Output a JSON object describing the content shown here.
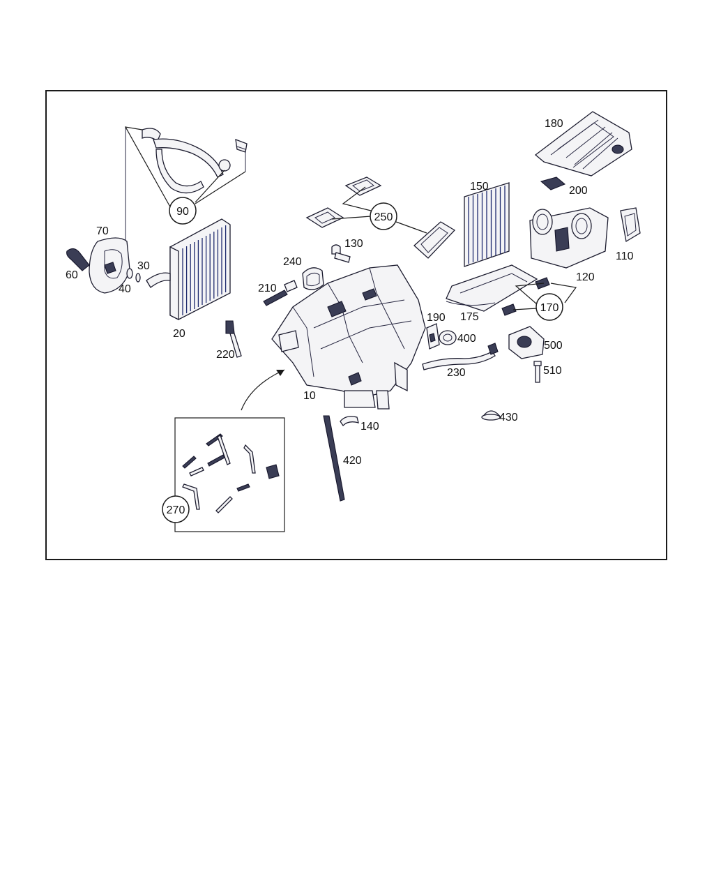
{
  "diagram": {
    "labels": {
      "p10": "10",
      "p20": "20",
      "p30": "30",
      "p40": "40",
      "p60": "60",
      "p70": "70",
      "p110": "110",
      "p120": "120",
      "p130": "130",
      "p140": "140",
      "p150": "150",
      "p175": "175",
      "p180": "180",
      "p190": "190",
      "p200": "200",
      "p210": "210",
      "p220": "220",
      "p230": "230",
      "p240": "240",
      "p400": "400",
      "p420": "420",
      "p430": "430",
      "p500": "500",
      "p510": "510"
    },
    "callouts": {
      "c90": "90",
      "c170": "170",
      "c250": "250",
      "c270": "270"
    },
    "colors": {
      "line": "#1a1a1a",
      "part_shade": "#3a3d55",
      "hatch": "#1e2a6e"
    }
  }
}
